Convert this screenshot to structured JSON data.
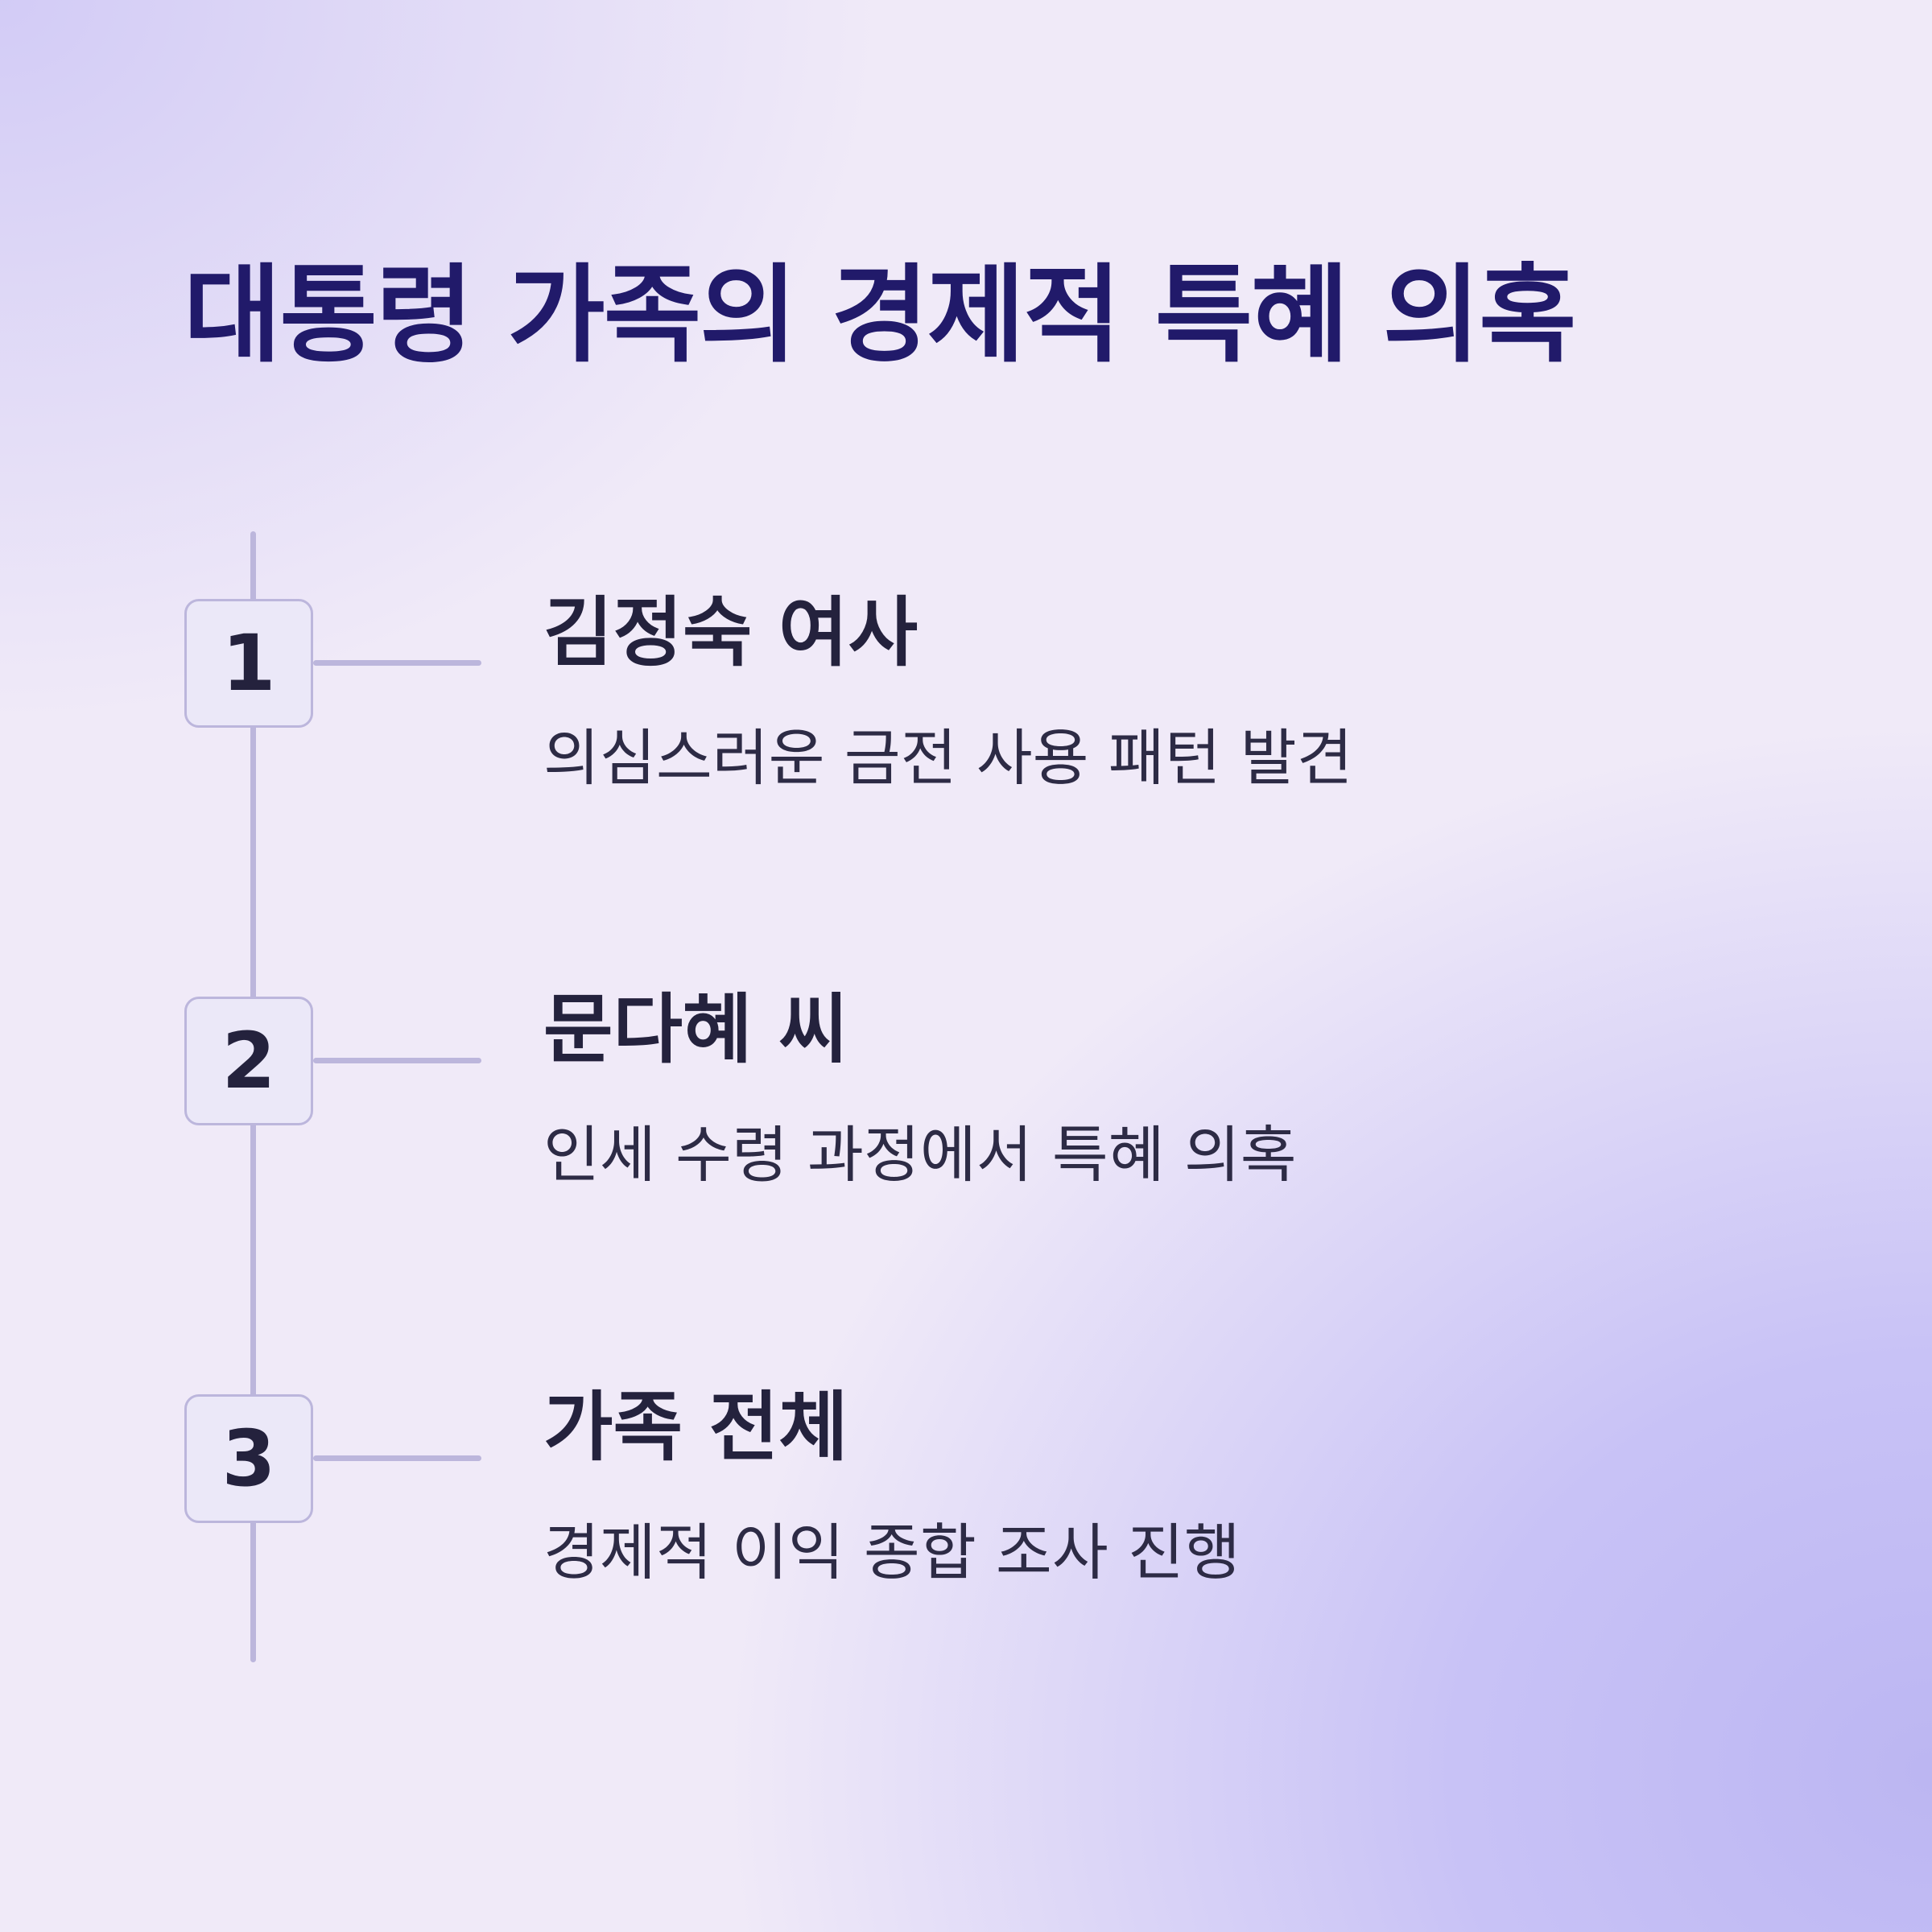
{
  "title": "대통령 가족의 경제적 특혜 의혹",
  "steps": [
    {
      "number": "1",
      "heading": "김정숙 여사",
      "description": "의심스러운 금전 사용 패턴 발견"
    },
    {
      "number": "2",
      "heading": "문다혜 씨",
      "description": "인세 수령 과정에서 특혜 의혹"
    },
    {
      "number": "3",
      "heading": "가족 전체",
      "description": "경제적 이익 종합 조사 진행"
    }
  ],
  "colors": {
    "title": "#211a6a",
    "text": "#24223d",
    "line": "#bcb6dc",
    "box_fill": "#ebe8f8",
    "background": "#f0eaf8",
    "background_accent": "#bcb6f2"
  }
}
